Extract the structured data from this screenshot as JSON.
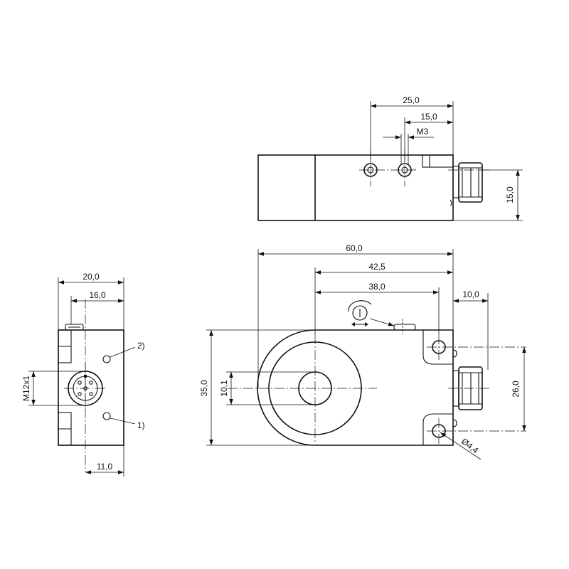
{
  "top_view": {
    "dim_25": "25,0",
    "dim_15_top": "15,0",
    "dim_m3": "M3",
    "dim_15_side": "15,0"
  },
  "side_view": {
    "dim_20": "20,0",
    "dim_16": "16,0",
    "dim_11": "11,0",
    "dim_m12": "M12x1",
    "callout_2": "2)",
    "callout_1": "1)"
  },
  "front_view": {
    "dim_60": "60,0",
    "dim_42_5": "42,5",
    "dim_38": "38,0",
    "dim_10": "10,0",
    "dim_35": "35,0",
    "dim_10_1": "10,1",
    "dim_26": "26,0",
    "dim_hole": "Ø4,4"
  }
}
